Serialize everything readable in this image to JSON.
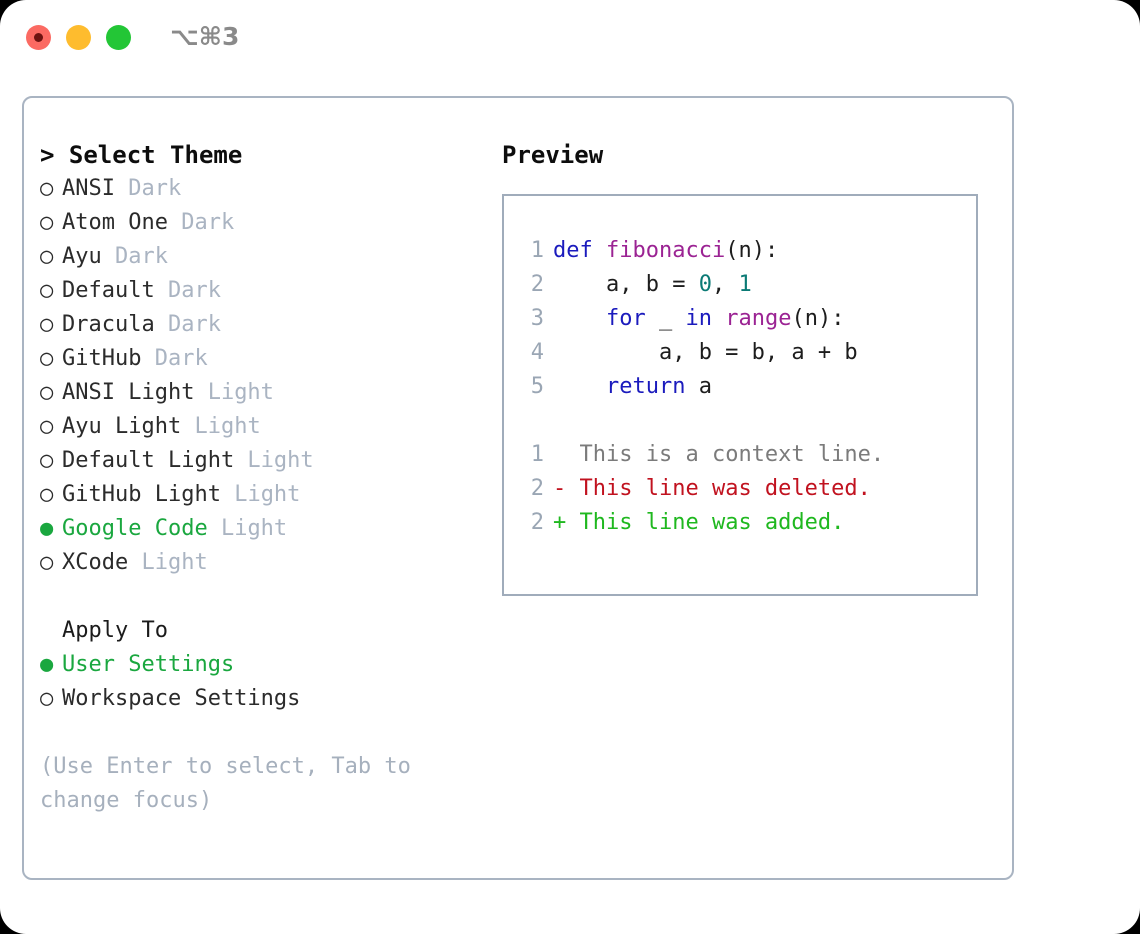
{
  "titlebar": {
    "shortcut": "⌥⌘3",
    "controls": [
      {
        "name": "close",
        "color": "#fb6a62"
      },
      {
        "name": "minimize",
        "color": "#febc2e"
      },
      {
        "name": "maximize",
        "color": "#23c636"
      }
    ]
  },
  "theme_picker": {
    "prompt": "> ",
    "heading": "Select Theme",
    "selected_bullet": "●",
    "unselected_bullet": "○",
    "items": [
      {
        "name": "ANSI",
        "kind": "Dark",
        "selected": false
      },
      {
        "name": "Atom One",
        "kind": "Dark",
        "selected": false
      },
      {
        "name": "Ayu",
        "kind": "Dark",
        "selected": false
      },
      {
        "name": "Default",
        "kind": "Dark",
        "selected": false
      },
      {
        "name": "Dracula",
        "kind": "Dark",
        "selected": false
      },
      {
        "name": "GitHub",
        "kind": "Dark",
        "selected": false
      },
      {
        "name": "ANSI Light",
        "kind": "Light",
        "selected": false
      },
      {
        "name": "Ayu Light",
        "kind": "Light",
        "selected": false
      },
      {
        "name": "Default Light",
        "kind": "Light",
        "selected": false
      },
      {
        "name": "GitHub Light",
        "kind": "Light",
        "selected": false
      },
      {
        "name": "Google Code",
        "kind": "Light",
        "selected": true
      },
      {
        "name": "XCode",
        "kind": "Light",
        "selected": false
      }
    ]
  },
  "apply_to": {
    "heading": "Apply To",
    "options": [
      {
        "label": "User Settings",
        "selected": true
      },
      {
        "label": "Workspace Settings",
        "selected": false
      }
    ]
  },
  "hint": "(Use Enter to select, Tab to change focus)",
  "preview": {
    "title": "Preview",
    "code_lines": [
      {
        "no": "1",
        "tokens": [
          {
            "t": "def",
            "c": "kw"
          },
          {
            "t": " ",
            "c": "pl"
          },
          {
            "t": "fibonacci",
            "c": "fn"
          },
          {
            "t": "(n):",
            "c": "pl"
          }
        ]
      },
      {
        "no": "2",
        "tokens": [
          {
            "t": "    a, b = ",
            "c": "pl"
          },
          {
            "t": "0",
            "c": "num"
          },
          {
            "t": ", ",
            "c": "pl"
          },
          {
            "t": "1",
            "c": "num"
          }
        ]
      },
      {
        "no": "3",
        "tokens": [
          {
            "t": "    ",
            "c": "pl"
          },
          {
            "t": "for",
            "c": "kw"
          },
          {
            "t": " _ ",
            "c": "pl"
          },
          {
            "t": "in",
            "c": "kw"
          },
          {
            "t": " ",
            "c": "pl"
          },
          {
            "t": "range",
            "c": "fn"
          },
          {
            "t": "(n):",
            "c": "pl"
          }
        ]
      },
      {
        "no": "4",
        "tokens": [
          {
            "t": "        a, b = b, a + b",
            "c": "pl"
          }
        ]
      },
      {
        "no": "5",
        "tokens": [
          {
            "t": "    ",
            "c": "pl"
          },
          {
            "t": "return",
            "c": "kw"
          },
          {
            "t": " a",
            "c": "pl"
          }
        ]
      }
    ],
    "diff_lines": [
      {
        "no": "1",
        "marker": "  ",
        "text": "This is a context line.",
        "kind": "ctx"
      },
      {
        "no": "2",
        "marker": "- ",
        "text": "This line was deleted.",
        "kind": "del"
      },
      {
        "no": "2",
        "marker": "+ ",
        "text": "This line was added.",
        "kind": "add"
      }
    ]
  },
  "colors": {
    "accent_green": "#1aa73f",
    "muted": "#aab4c2",
    "border": "#a9b4c2",
    "keyword": "#1b1bbd",
    "function": "#9b2393",
    "number": "#0b7a75",
    "diff_delete": "#c1121f",
    "diff_add": "#1fb81f"
  }
}
